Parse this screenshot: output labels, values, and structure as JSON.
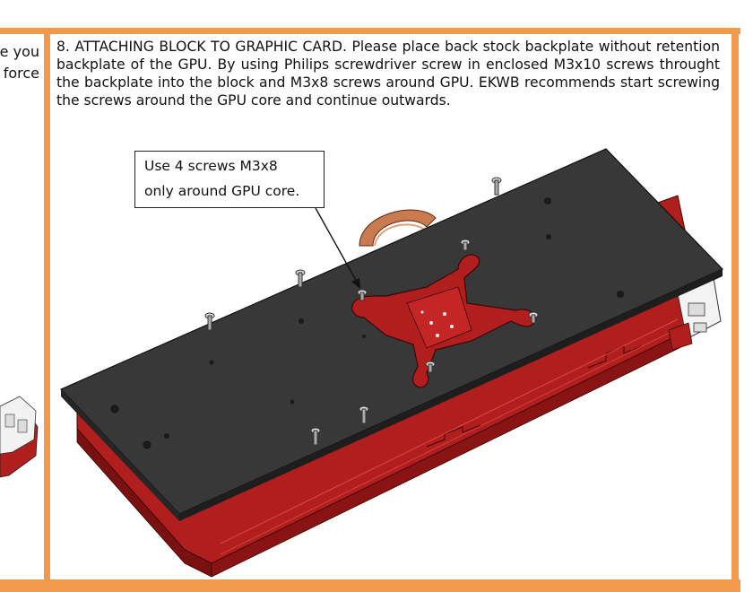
{
  "left_fragment": {
    "line1": "e you",
    "line2": "force"
  },
  "step": {
    "text": "8. ATTACHING BLOCK TO GRAPHIC CARD. Please place back stock backplate without retention backplate of the GPU. By using Philips screwdriver screw in enclosed M3x10 screws throught the backplate into the block and M3x8 screws around GPU. EKWB recommends start screwing the screws around the GPU core and continue outwards."
  },
  "callout": {
    "line1": "Use 4 screws M3x8",
    "line2": "only around GPU core."
  },
  "colors": {
    "frame": "#f29a4c",
    "backplate": "#383838",
    "pcb": "#b01e1e",
    "pcb_dark": "#7a1010",
    "copper": "#c97a4e"
  }
}
